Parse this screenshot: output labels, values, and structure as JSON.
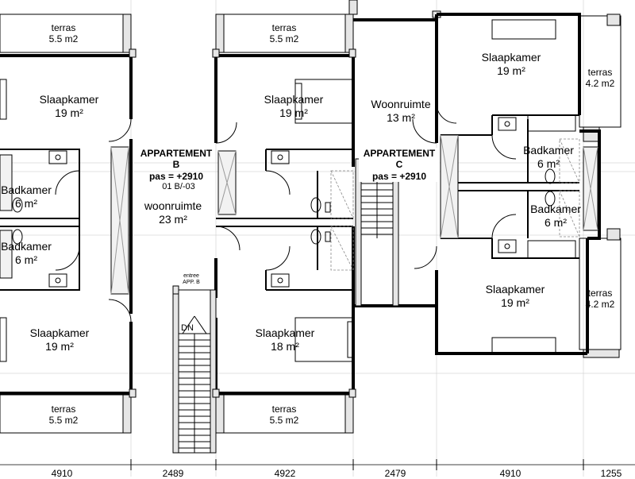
{
  "plan": {
    "terras_labels": {
      "tl": {
        "name": "terras",
        "area": "5.5 m2"
      },
      "tm": {
        "name": "terras",
        "area": "5.5 m2"
      },
      "bl": {
        "name": "terras",
        "area": "5.5 m2"
      },
      "bm": {
        "name": "terras",
        "area": "5.5 m2"
      },
      "rt": {
        "name": "terras",
        "area": "4.2 m2"
      },
      "rb": {
        "name": "terras",
        "area": "4.2 m2"
      }
    },
    "rooms": {
      "slaap_tl": {
        "name": "Slaapkamer",
        "area": "19 m²"
      },
      "slaap_tm": {
        "name": "Slaapkamer",
        "area": "19 m²"
      },
      "slaap_tr": {
        "name": "Slaapkamer",
        "area": "19 m²"
      },
      "slaap_bl": {
        "name": "Slaapkamer",
        "area": "19 m²"
      },
      "slaap_bm": {
        "name": "Slaapkamer",
        "area": "18 m²"
      },
      "slaap_br": {
        "name": "Slaapkamer",
        "area": "19 m²"
      },
      "bad_l1": {
        "name": "Badkamer",
        "area": "6 m²"
      },
      "bad_l2": {
        "name": "Badkamer",
        "area": "6 m²"
      },
      "bad_r1": {
        "name": "Badkamer",
        "area": "6 m²"
      },
      "bad_r2": {
        "name": "Badkamer",
        "area": "6 m²"
      },
      "woon_b": {
        "name": "woonruimte",
        "area": "23 m²"
      },
      "woon_c": {
        "name": "Woonruimte",
        "area": "13 m²"
      }
    },
    "appartements": {
      "b": {
        "title": "APPARTEMENT",
        "letter": "B",
        "pas": "pas = +2910",
        "code": "01   B/-03"
      },
      "c": {
        "title": "APPARTEMENT",
        "letter": "C",
        "pas": "pas = +2910"
      }
    },
    "entree": {
      "line1": "entree",
      "line2": "APP. B"
    },
    "stair_dn": "DN",
    "dimensions": [
      "4910",
      "2489",
      "4922",
      "2479",
      "4910",
      "1255"
    ]
  }
}
